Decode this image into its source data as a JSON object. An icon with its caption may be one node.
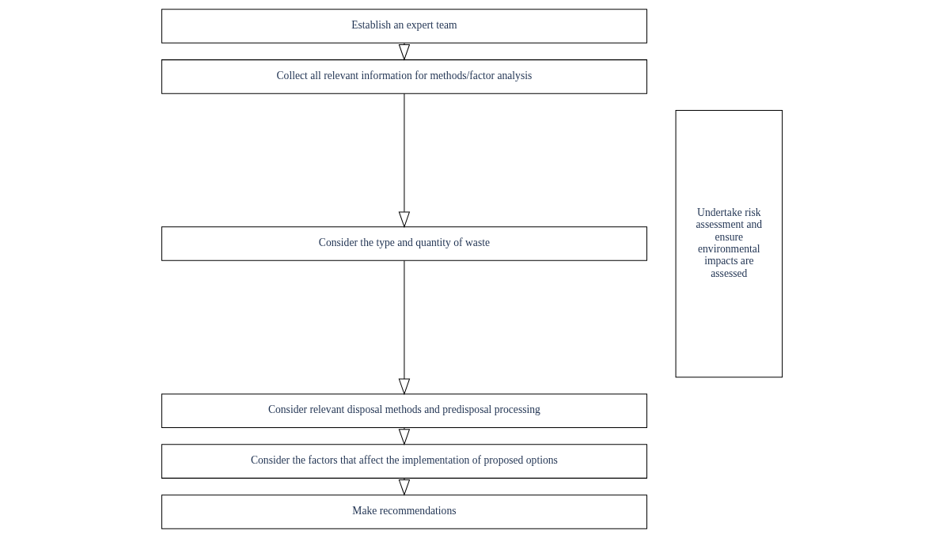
{
  "diagram": {
    "nodes": [
      {
        "text": [
          "Establish an expert team"
        ]
      },
      {
        "text": [
          "Collect all relevant information for methods/factor analysis"
        ]
      },
      {
        "text": [
          "Consider the type and quantity of waste"
        ]
      },
      {
        "text": [
          "Consider relevant disposal methods and predisposal processing"
        ]
      },
      {
        "text": [
          "Consider the factors that affect the implementation of proposed options"
        ]
      },
      {
        "text": [
          "Make recommendations"
        ]
      },
      {
        "text": [
          "Undertake risk assessment and ensure environmental impacts are assessed"
        ]
      }
    ],
    "edges": [
      {
        "from": 0,
        "to": 1,
        "arrow": "to"
      },
      {
        "from": 1,
        "to": 2,
        "arrow": "to"
      },
      {
        "from": 2,
        "to": 3,
        "arrow": "to"
      },
      {
        "from": 3,
        "to": 4,
        "arrow": "to"
      },
      {
        "from": 4,
        "to": 5,
        "arrow": "to"
      }
    ]
  }
}
